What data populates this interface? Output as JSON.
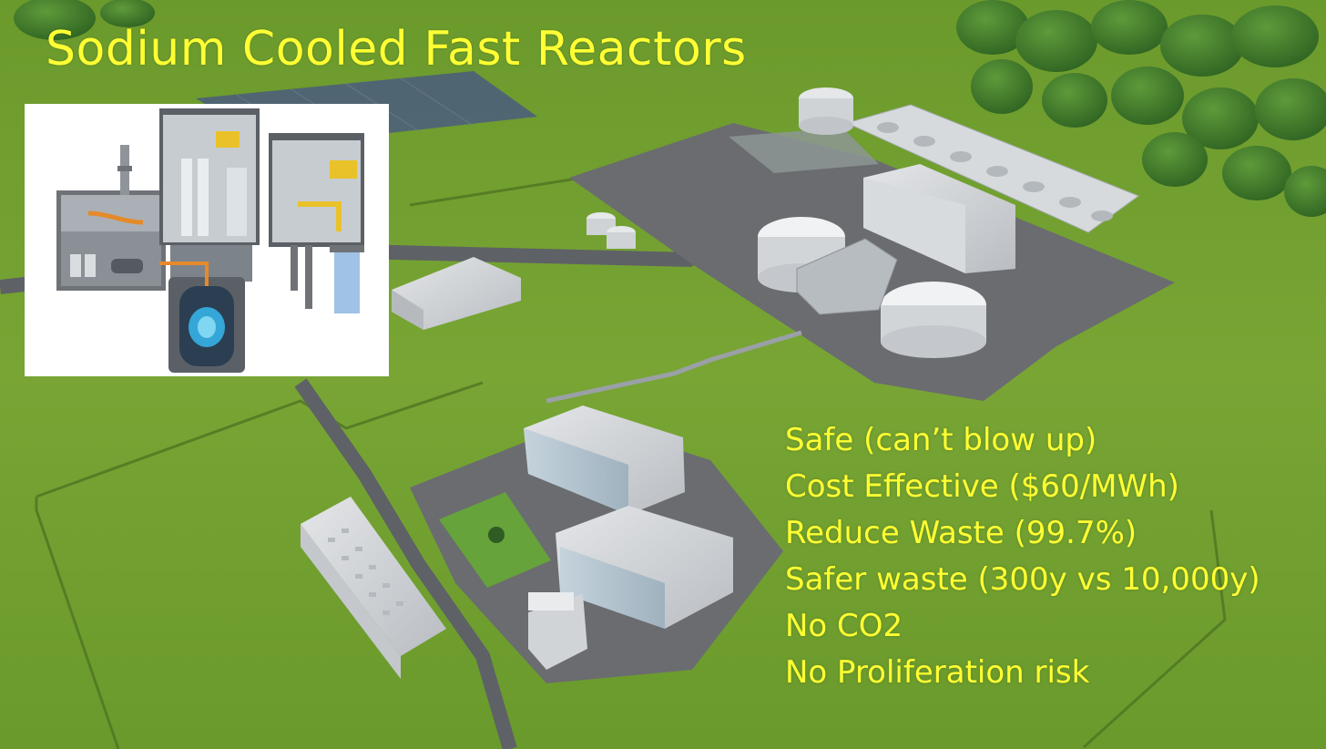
{
  "slide": {
    "title": "Sodium Cooled Fast Reactors",
    "bullets": [
      "Safe (can’t blow up)",
      "Cost Effective ($60/MWh)",
      "Reduce Waste (99.7%)",
      "Safer waste (300y vs 10,000y)",
      "No CO2",
      "No Proliferation risk"
    ]
  },
  "colors": {
    "title_text": "#ffff33",
    "bullet_text": "#ffff33",
    "grass": "#6f9a2e",
    "pavement": "#6d6d6d",
    "building": "#c9ccd0",
    "trees": "#3f7a2a",
    "accent_yellow": "#f2c21b"
  }
}
